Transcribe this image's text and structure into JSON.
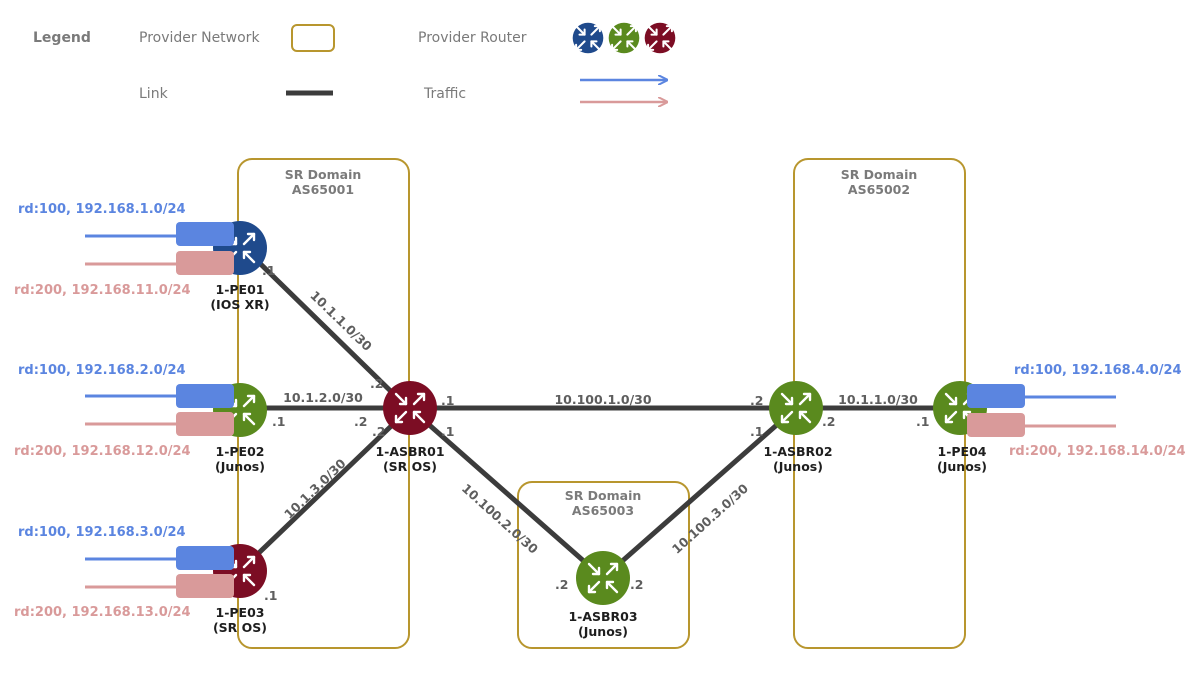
{
  "legend": {
    "title": "Legend",
    "provider_network": "Provider Network",
    "provider_router": "Provider Router",
    "link": "Link",
    "traffic": "Traffic"
  },
  "colors": {
    "domain_border": "#b8962e",
    "link": "#3c3c3c",
    "router_blue": "#1f4a8c",
    "router_green": "#5a8a1e",
    "router_red": "#7c0d24",
    "traffic_blue": "#5b85e0",
    "traffic_pink": "#d99a9a"
  },
  "domains": [
    {
      "line1": "SR Domain",
      "line2": "AS65001"
    },
    {
      "line1": "SR Domain",
      "line2": "AS65002"
    },
    {
      "line1": "SR Domain",
      "line2": "AS65003"
    }
  ],
  "routers": [
    {
      "name": "1-PE01",
      "os": "(IOS XR)",
      "color": "blue"
    },
    {
      "name": "1-PE02",
      "os": "(Junos)",
      "color": "green"
    },
    {
      "name": "1-PE03",
      "os": "(SR OS)",
      "color": "red"
    },
    {
      "name": "1-ASBR01",
      "os": "(SR OS)",
      "color": "red"
    },
    {
      "name": "1-ASBR02",
      "os": "(Junos)",
      "color": "green"
    },
    {
      "name": "1-ASBR03",
      "os": "(Junos)",
      "color": "green"
    },
    {
      "name": "1-PE04",
      "os": "(Junos)",
      "color": "green"
    }
  ],
  "links": [
    {
      "subnet": "10.1.1.0/30",
      "a_ip": ".1",
      "b_ip": ".2"
    },
    {
      "subnet": "10.1.2.0/30",
      "a_ip": ".1",
      "b_ip": ".2"
    },
    {
      "subnet": "10.1.3.0/30",
      "a_ip": ".1",
      "b_ip": ".2"
    },
    {
      "subnet": "10.100.1.0/30",
      "a_ip": ".1",
      "b_ip": ".2"
    },
    {
      "subnet": "10.100.2.0/30",
      "a_ip": ".1",
      "b_ip": ".2"
    },
    {
      "subnet": "10.100.3.0/30",
      "a_ip": ".2",
      "b_ip": ".1"
    },
    {
      "subnet": "10.1.1.0/30",
      "a_ip": ".2",
      "b_ip": ".1"
    }
  ],
  "routes": [
    {
      "blue": "rd:100, 192.168.1.0/24",
      "pink": "rd:200, 192.168.11.0/24"
    },
    {
      "blue": "rd:100, 192.168.2.0/24",
      "pink": "rd:200, 192.168.12.0/24"
    },
    {
      "blue": "rd:100, 192.168.3.0/24",
      "pink": "rd:200, 192.168.13.0/24"
    },
    {
      "blue": "rd:100, 192.168.4.0/24",
      "pink": "rd:200, 192.168.14.0/24"
    }
  ]
}
